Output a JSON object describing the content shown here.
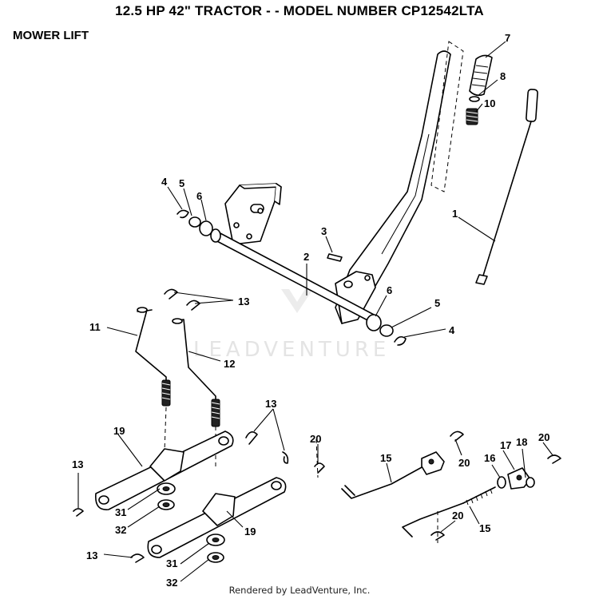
{
  "header": {
    "title": "12.5 HP 42\" TRACTOR - - MODEL NUMBER CP12542LTA",
    "section": "MOWER LIFT"
  },
  "watermark": "LEADVENTURE",
  "footer": "Rendered by LeadVenture, Inc.",
  "callouts": [
    "7",
    "8",
    "10",
    "1",
    "4",
    "5",
    "6",
    "3",
    "2",
    "6",
    "5",
    "4",
    "13",
    "11",
    "12",
    "13",
    "19",
    "13",
    "31",
    "32",
    "19",
    "13",
    "31",
    "32",
    "20",
    "15",
    "20",
    "16",
    "17",
    "18",
    "20",
    "20",
    "15"
  ]
}
